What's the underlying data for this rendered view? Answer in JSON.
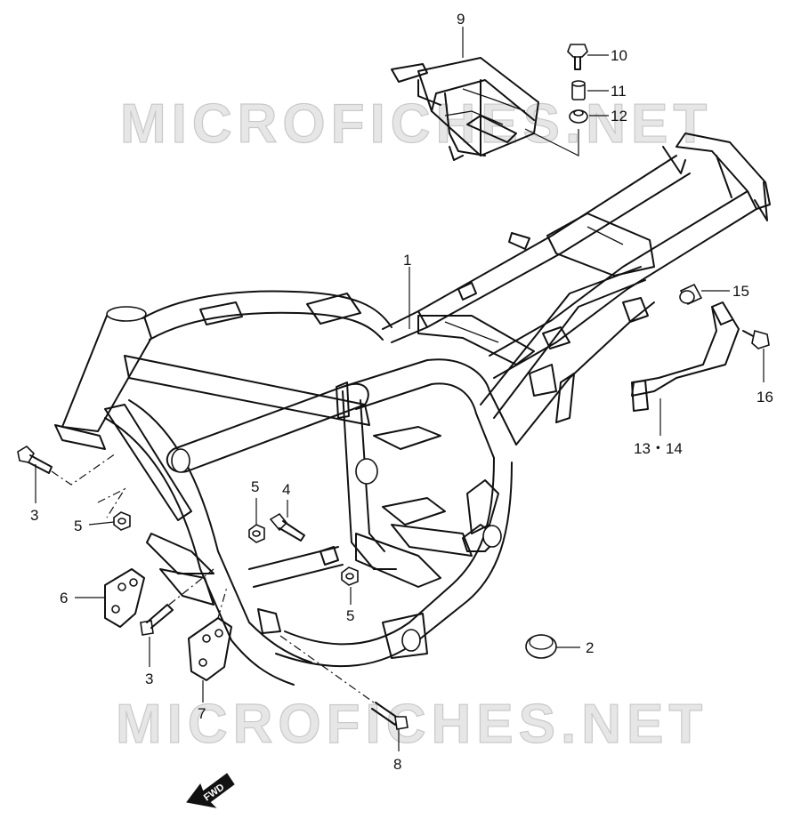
{
  "watermarks": [
    "MICROFICHES.NET",
    "MICROFICHES.NET"
  ],
  "fwd_label": "FWD",
  "callouts": {
    "p1": "1",
    "p2": "2",
    "p3a": "3",
    "p3b": "3",
    "p4": "4",
    "p5a": "5",
    "p5b": "5",
    "p5c": "5",
    "p6": "6",
    "p7": "7",
    "p8": "8",
    "p9": "9",
    "p10": "10",
    "p11": "11",
    "p12": "12",
    "p13_14": "13・14",
    "p15": "15",
    "p16": "16"
  }
}
